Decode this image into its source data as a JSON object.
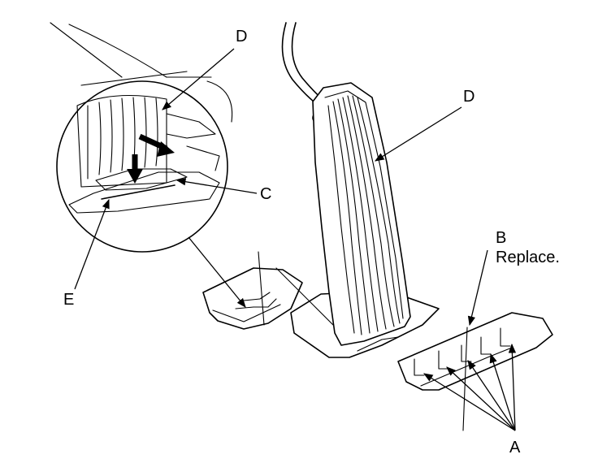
{
  "callouts": {
    "D_detail": "D",
    "D_pedal": "D",
    "C": "C",
    "E": "E",
    "B": "B",
    "B_note": "Replace.",
    "A": "A"
  }
}
